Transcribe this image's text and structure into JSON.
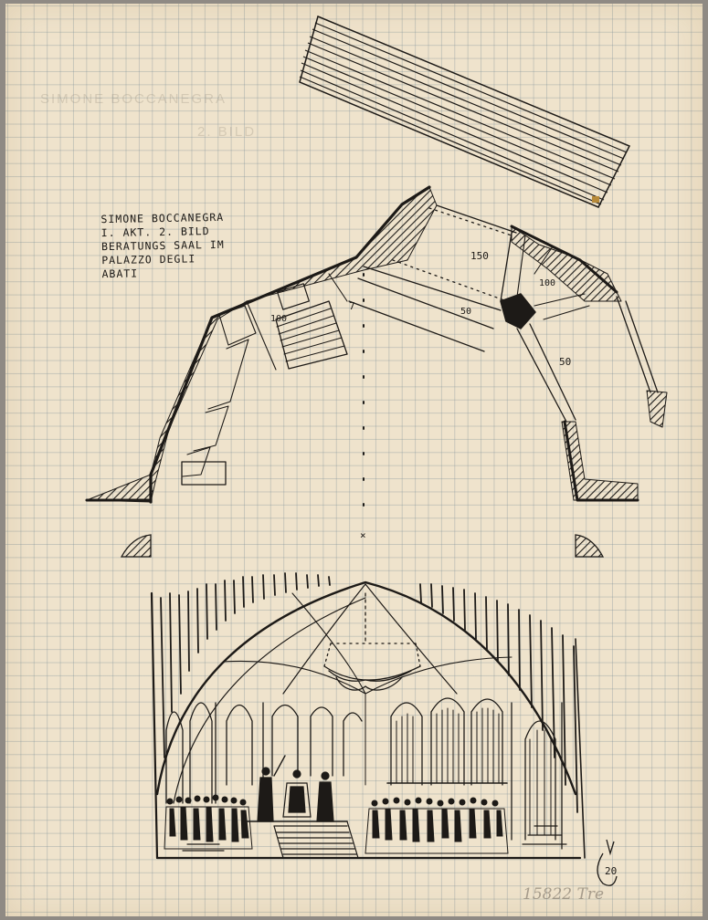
{
  "title_block": {
    "line1": "SIMONE BOCCANEGRA",
    "line2": "I. AKT. 2. BILD",
    "line3": "BERATUNGS SAAL IM",
    "line4": "PALAZZO DEGLI",
    "line5": "ABATI"
  },
  "faint_text": {
    "line1": "SIMONE BOCCANEGRA",
    "line2": "2. BILD"
  },
  "dimensions": {
    "d150": "150",
    "d100_left": "100",
    "d100_right": "100",
    "d50_center": "50",
    "d50_right": "50",
    "d7": "7"
  },
  "initials": {
    "number": "20"
  },
  "catalog_number": "15822 Tre",
  "colors": {
    "paper": "#efe3cc",
    "ink": "#1d1a17",
    "grid": "#8ca0aa"
  }
}
